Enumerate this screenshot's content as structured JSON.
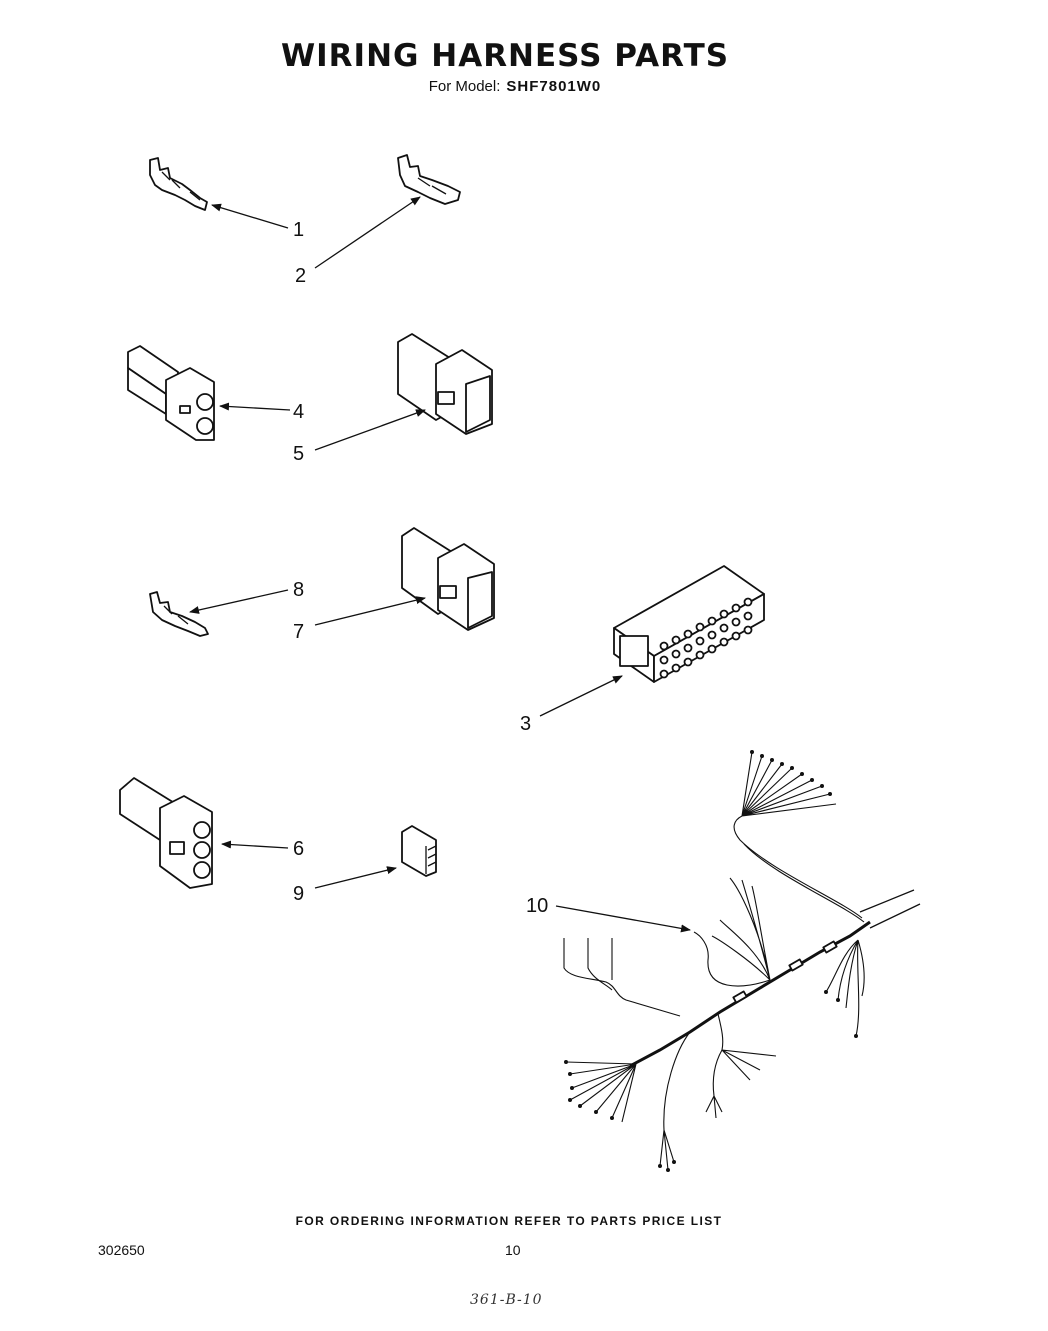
{
  "header": {
    "title": "WIRING HARNESS PARTS",
    "model_prefix": "For Model:",
    "model": "SHF7801W0"
  },
  "callouts": {
    "c1": "1",
    "c2": "2",
    "c3": "3",
    "c4": "4",
    "c5": "5",
    "c6": "6",
    "c7": "7",
    "c8": "8",
    "c9": "9",
    "c10": "10"
  },
  "footer": {
    "note": "FOR ORDERING INFORMATION REFER TO PARTS PRICE LIST",
    "doc_number": "302650",
    "page_number": "10",
    "handwritten": "361-B-10"
  }
}
